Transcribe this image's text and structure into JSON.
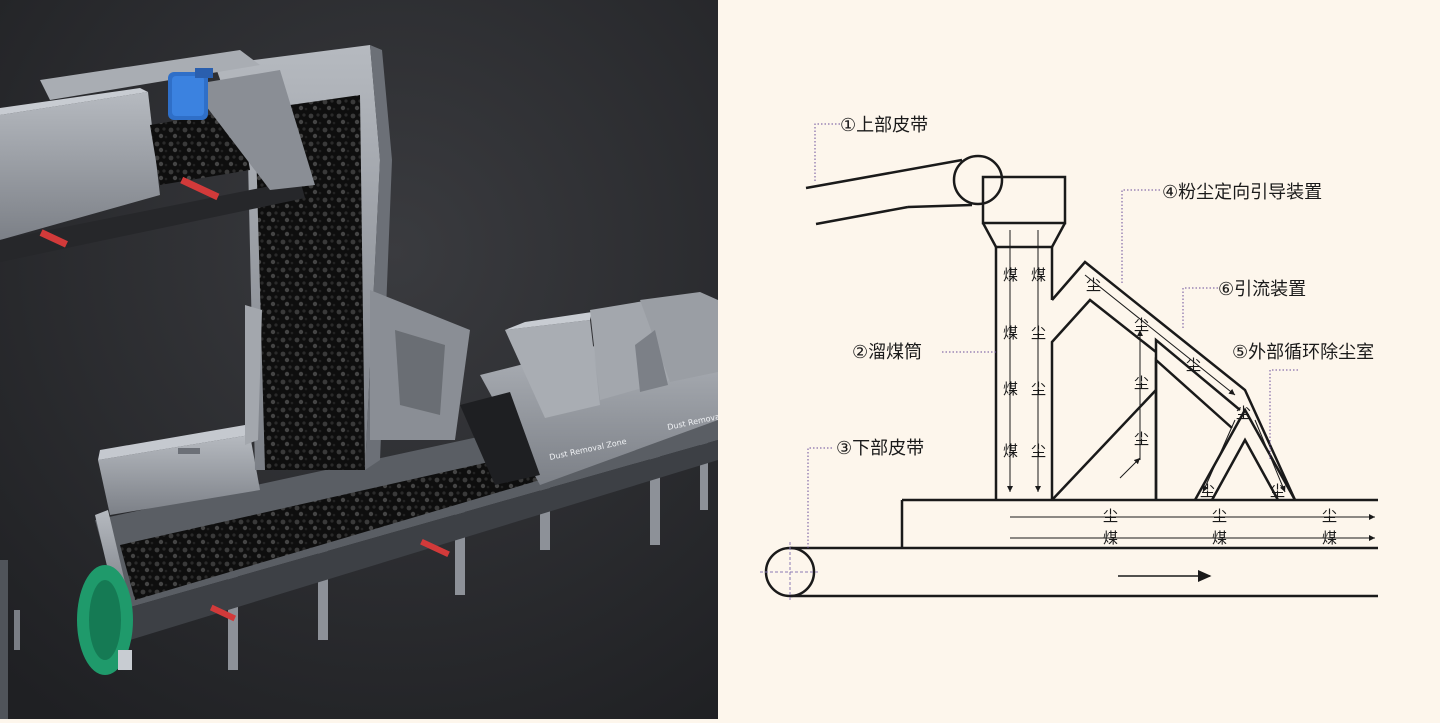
{
  "colors": {
    "left_bg": "#2a2b2e",
    "steel": "#9fa4ab",
    "steel_dark": "#6c7077",
    "coal": "#111111",
    "motor_blue": "#2f6fc8",
    "red_roller": "#d23a3a",
    "green_pulley": "#1f9a6b",
    "right_bg": "#fdf6ec",
    "ink": "#1a1a1a",
    "leader": "#6a4f9a"
  },
  "render_labels": {
    "panel1": "Dust Removal Zone",
    "panel2": "Dust Removal Zone"
  },
  "diagram": {
    "labels": {
      "upper_belt": "①上部皮带",
      "chute": "②溜煤筒",
      "lower_belt": "③下部皮带",
      "dust_guide": "④粉尘定向引导装置",
      "outer_chamber": "⑤外部循环除尘室",
      "induced_flow": "⑥引流装置"
    },
    "coal_char": "煤",
    "dust_char": "尘"
  }
}
